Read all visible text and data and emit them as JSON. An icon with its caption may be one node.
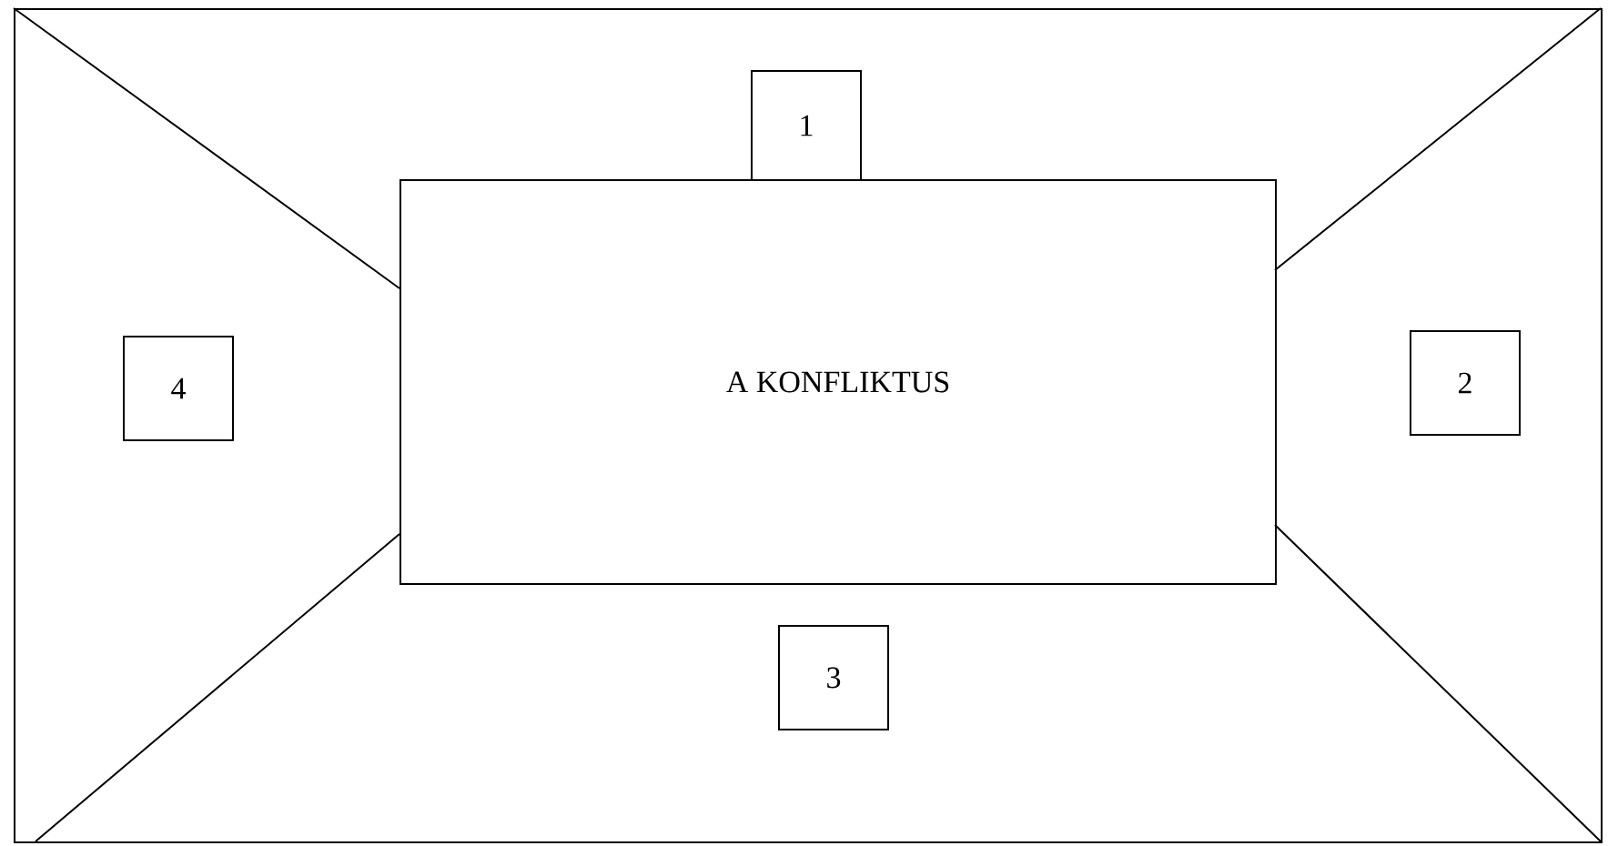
{
  "diagram": {
    "nodes": [
      {
        "text": [],
        "shape": "box"
      },
      {
        "text": [
          "A KONFLIKTUS"
        ],
        "in": 0
      },
      {
        "text": [
          "1"
        ],
        "in": 0
      },
      {
        "text": [
          "2"
        ],
        "in": 0
      },
      {
        "text": [
          "3"
        ],
        "in": 0
      },
      {
        "text": [
          "4"
        ],
        "in": 0
      }
    ],
    "edges": [
      {
        "from": 0,
        "to": 1,
        "arrow": "none"
      },
      {
        "from": 0,
        "to": 1,
        "arrow": "none"
      },
      {
        "from": 0,
        "to": 1,
        "arrow": "none"
      },
      {
        "from": 0,
        "to": 1,
        "arrow": "none"
      }
    ]
  }
}
